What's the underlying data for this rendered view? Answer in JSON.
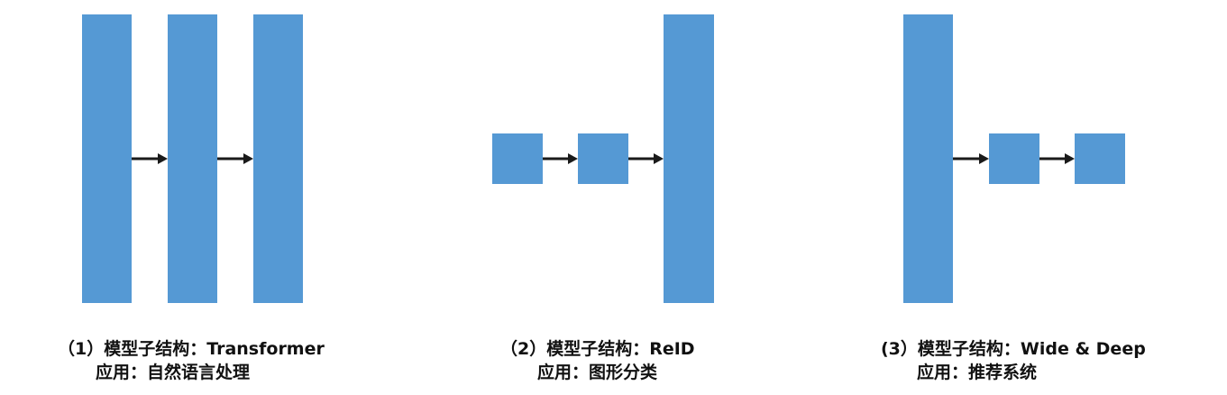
{
  "colors": {
    "block": "#5599d4",
    "arrow": "#1a1a1a"
  },
  "panels": [
    {
      "id": "transformer",
      "title": "（1）模型子结构：Transformer",
      "application": "应用：自然语言处理",
      "blocks": [
        "tall",
        "tall",
        "tall"
      ]
    },
    {
      "id": "reid",
      "title": "（2）模型子结构：ReID",
      "application": "应用：图形分类",
      "blocks": [
        "small",
        "small",
        "tall"
      ]
    },
    {
      "id": "wide-deep",
      "title": "(3）模型子结构：Wide & Deep",
      "application": "应用：推荐系统",
      "blocks": [
        "tall",
        "small",
        "small"
      ]
    }
  ]
}
